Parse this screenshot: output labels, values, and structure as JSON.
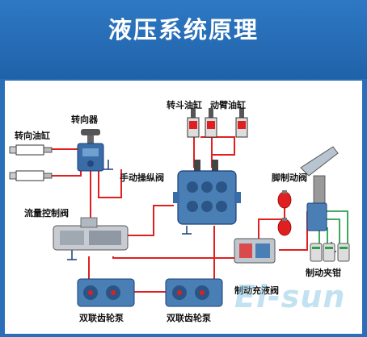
{
  "title": "液压系统原理",
  "labels": {
    "steering_cylinder": "转向油缸",
    "steering_gear": "转向器",
    "bucket_cylinder": "转斗油缸",
    "boom_cylinder": "动臂油缸",
    "manual_valve": "手动操纵阀",
    "foot_brake_valve": "脚制动阀",
    "flow_control_valve": "流量控制阀",
    "charge_valve": "制动充液阀",
    "brake_caliper": "制动夹钳",
    "pump_left": "双联齿轮泵",
    "pump_right": "双联齿轮泵"
  },
  "watermark": "Ei-sun",
  "colors": {
    "header": "#2a6fb8",
    "pressure_line": "#e02020",
    "return_line": "#2aa04a",
    "component_blue": "#4a7fb6"
  }
}
